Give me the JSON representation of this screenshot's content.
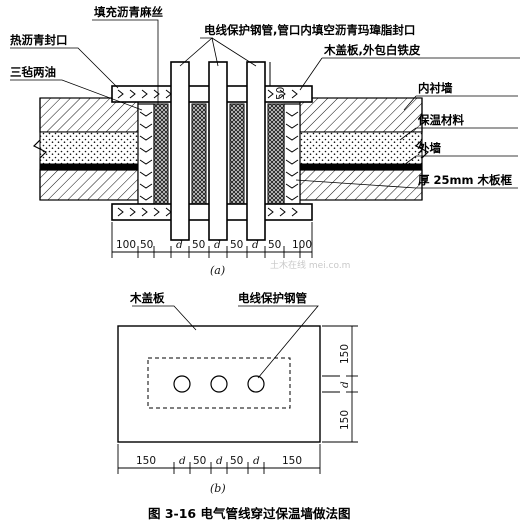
{
  "diagram_a": {
    "sublabel": "(a)",
    "callouts": {
      "fill_asphalt_jute": "填充沥青麻丝",
      "hot_asphalt_seal": "热沥青封口",
      "three_felt_two_oil": "三毡两油",
      "conduit_note": "电线保护钢管,管口内填空沥青玛瑋脂封口",
      "wood_cover": "木盖板,外包白铁皮",
      "inner_wall": "内衬墙",
      "insulation": "保温材料",
      "outer_wall": "外墙",
      "wood_frame": "厚 25mm 木板框"
    },
    "vertical_dim": "50",
    "dims": [
      "100",
      "50",
      "d",
      "50",
      "d",
      "50",
      "d",
      "50",
      "100"
    ]
  },
  "diagram_b": {
    "sublabel": "(b)",
    "callouts": {
      "wood_cover": "木盖板",
      "steel_conduit": "电线保护钢管"
    },
    "right_dims": [
      "150",
      "d",
      "150"
    ],
    "bottom_dims": [
      "150",
      "d",
      "50",
      "d",
      "50",
      "d",
      "150"
    ]
  },
  "caption": "图 3-16   电气管线穿过保温墙做法图",
  "watermark": "土木在线 mei.co.m"
}
